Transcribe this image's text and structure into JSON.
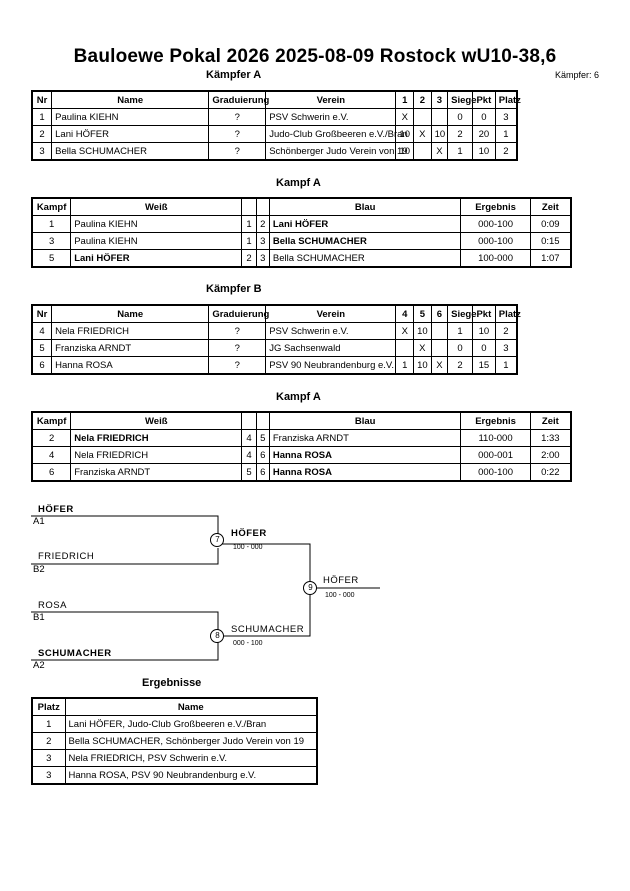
{
  "title": "Bauloewe Pokal 2026  2025-08-09  Rostock   wU10-38,6",
  "kaempfer_count": "Kämpfer: 6",
  "pool_a": {
    "heading": "Kämpfer A",
    "headers": [
      "Nr",
      "Name",
      "Graduierung",
      "Verein",
      "1",
      "2",
      "3",
      "Siege",
      "Pkt",
      "Platz"
    ],
    "rows": [
      [
        "1",
        "Paulina KIEHN",
        "?",
        "PSV Schwerin e.V.",
        "X",
        "",
        "",
        "0",
        "0",
        "3"
      ],
      [
        "2",
        "Lani HÖFER",
        "?",
        "Judo-Club Großbeeren e.V./Bran",
        "10",
        "X",
        "10",
        "2",
        "20",
        "1"
      ],
      [
        "3",
        "Bella SCHUMACHER",
        "?",
        "Schönberger Judo Verein von 19",
        "10",
        "",
        "X",
        "1",
        "10",
        "2"
      ]
    ]
  },
  "kampf_a1": {
    "heading": "Kampf A",
    "headers": [
      "Kampf",
      "Weiß",
      "",
      "",
      "Blau",
      "Ergebnis",
      "Zeit"
    ],
    "rows": [
      {
        "k": "1",
        "w": "Paulina KIEHN",
        "wn": "1",
        "bn": "2",
        "b": "Lani HÖFER",
        "e": "000-100",
        "t": "0:09",
        "win": "b"
      },
      {
        "k": "3",
        "w": "Paulina KIEHN",
        "wn": "1",
        "bn": "3",
        "b": "Bella SCHUMACHER",
        "e": "000-100",
        "t": "0:15",
        "win": "b"
      },
      {
        "k": "5",
        "w": "Lani HÖFER",
        "wn": "2",
        "bn": "3",
        "b": "Bella SCHUMACHER",
        "e": "100-000",
        "t": "1:07",
        "win": "w"
      }
    ]
  },
  "pool_b": {
    "heading": "Kämpfer B",
    "headers": [
      "Nr",
      "Name",
      "Graduierung",
      "Verein",
      "4",
      "5",
      "6",
      "Siege",
      "Pkt",
      "Platz"
    ],
    "rows": [
      [
        "4",
        "Nela FRIEDRICH",
        "?",
        "PSV Schwerin e.V.",
        "X",
        "10",
        "",
        "1",
        "10",
        "2"
      ],
      [
        "5",
        "Franziska ARNDT",
        "?",
        "JG Sachsenwald",
        "",
        "X",
        "",
        "0",
        "0",
        "3"
      ],
      [
        "6",
        "Hanna ROSA",
        "?",
        "PSV 90 Neubrandenburg e.V.",
        "1",
        "10",
        "X",
        "2",
        "15",
        "1"
      ]
    ]
  },
  "kampf_a2": {
    "heading": "Kampf A",
    "headers": [
      "Kampf",
      "Weiß",
      "",
      "",
      "Blau",
      "Ergebnis",
      "Zeit"
    ],
    "rows": [
      {
        "k": "2",
        "w": "Nela FRIEDRICH",
        "wn": "4",
        "bn": "5",
        "b": "Franziska ARNDT",
        "e": "110-000",
        "t": "1:33",
        "win": "w"
      },
      {
        "k": "4",
        "w": "Nela FRIEDRICH",
        "wn": "4",
        "bn": "6",
        "b": "Hanna ROSA",
        "e": "000-001",
        "t": "2:00",
        "win": "b"
      },
      {
        "k": "6",
        "w": "Franziska ARNDT",
        "wn": "5",
        "bn": "6",
        "b": "Hanna ROSA",
        "e": "000-100",
        "t": "0:22",
        "win": "b"
      }
    ]
  },
  "bracket": {
    "top_name": "HÖFER",
    "top_seed": "A1",
    "second_name": "FRIEDRICH",
    "second_seed": "B2",
    "third_name": "ROSA",
    "third_seed": "B1",
    "bottom_name": "SCHUMACHER",
    "bottom_seed": "A2",
    "m7": "7",
    "m7_winner": "HÖFER",
    "m7_score": "100 - 000",
    "m8": "8",
    "m8_winner": "SCHUMACHER",
    "m8_score": "000 - 100",
    "m9": "9",
    "m9_winner": "HÖFER",
    "m9_score": "100 - 000"
  },
  "ergebnisse": {
    "heading": "Ergebnisse",
    "headers": [
      "Platz",
      "Name"
    ],
    "rows": [
      [
        "1",
        "Lani HÖFER, Judo-Club Großbeeren e.V./Bran"
      ],
      [
        "2",
        "Bella SCHUMACHER, Schönberger Judo Verein von 19"
      ],
      [
        "3",
        "Nela FRIEDRICH, PSV Schwerin e.V."
      ],
      [
        "3",
        "Hanna ROSA, PSV 90 Neubrandenburg e.V."
      ]
    ]
  }
}
